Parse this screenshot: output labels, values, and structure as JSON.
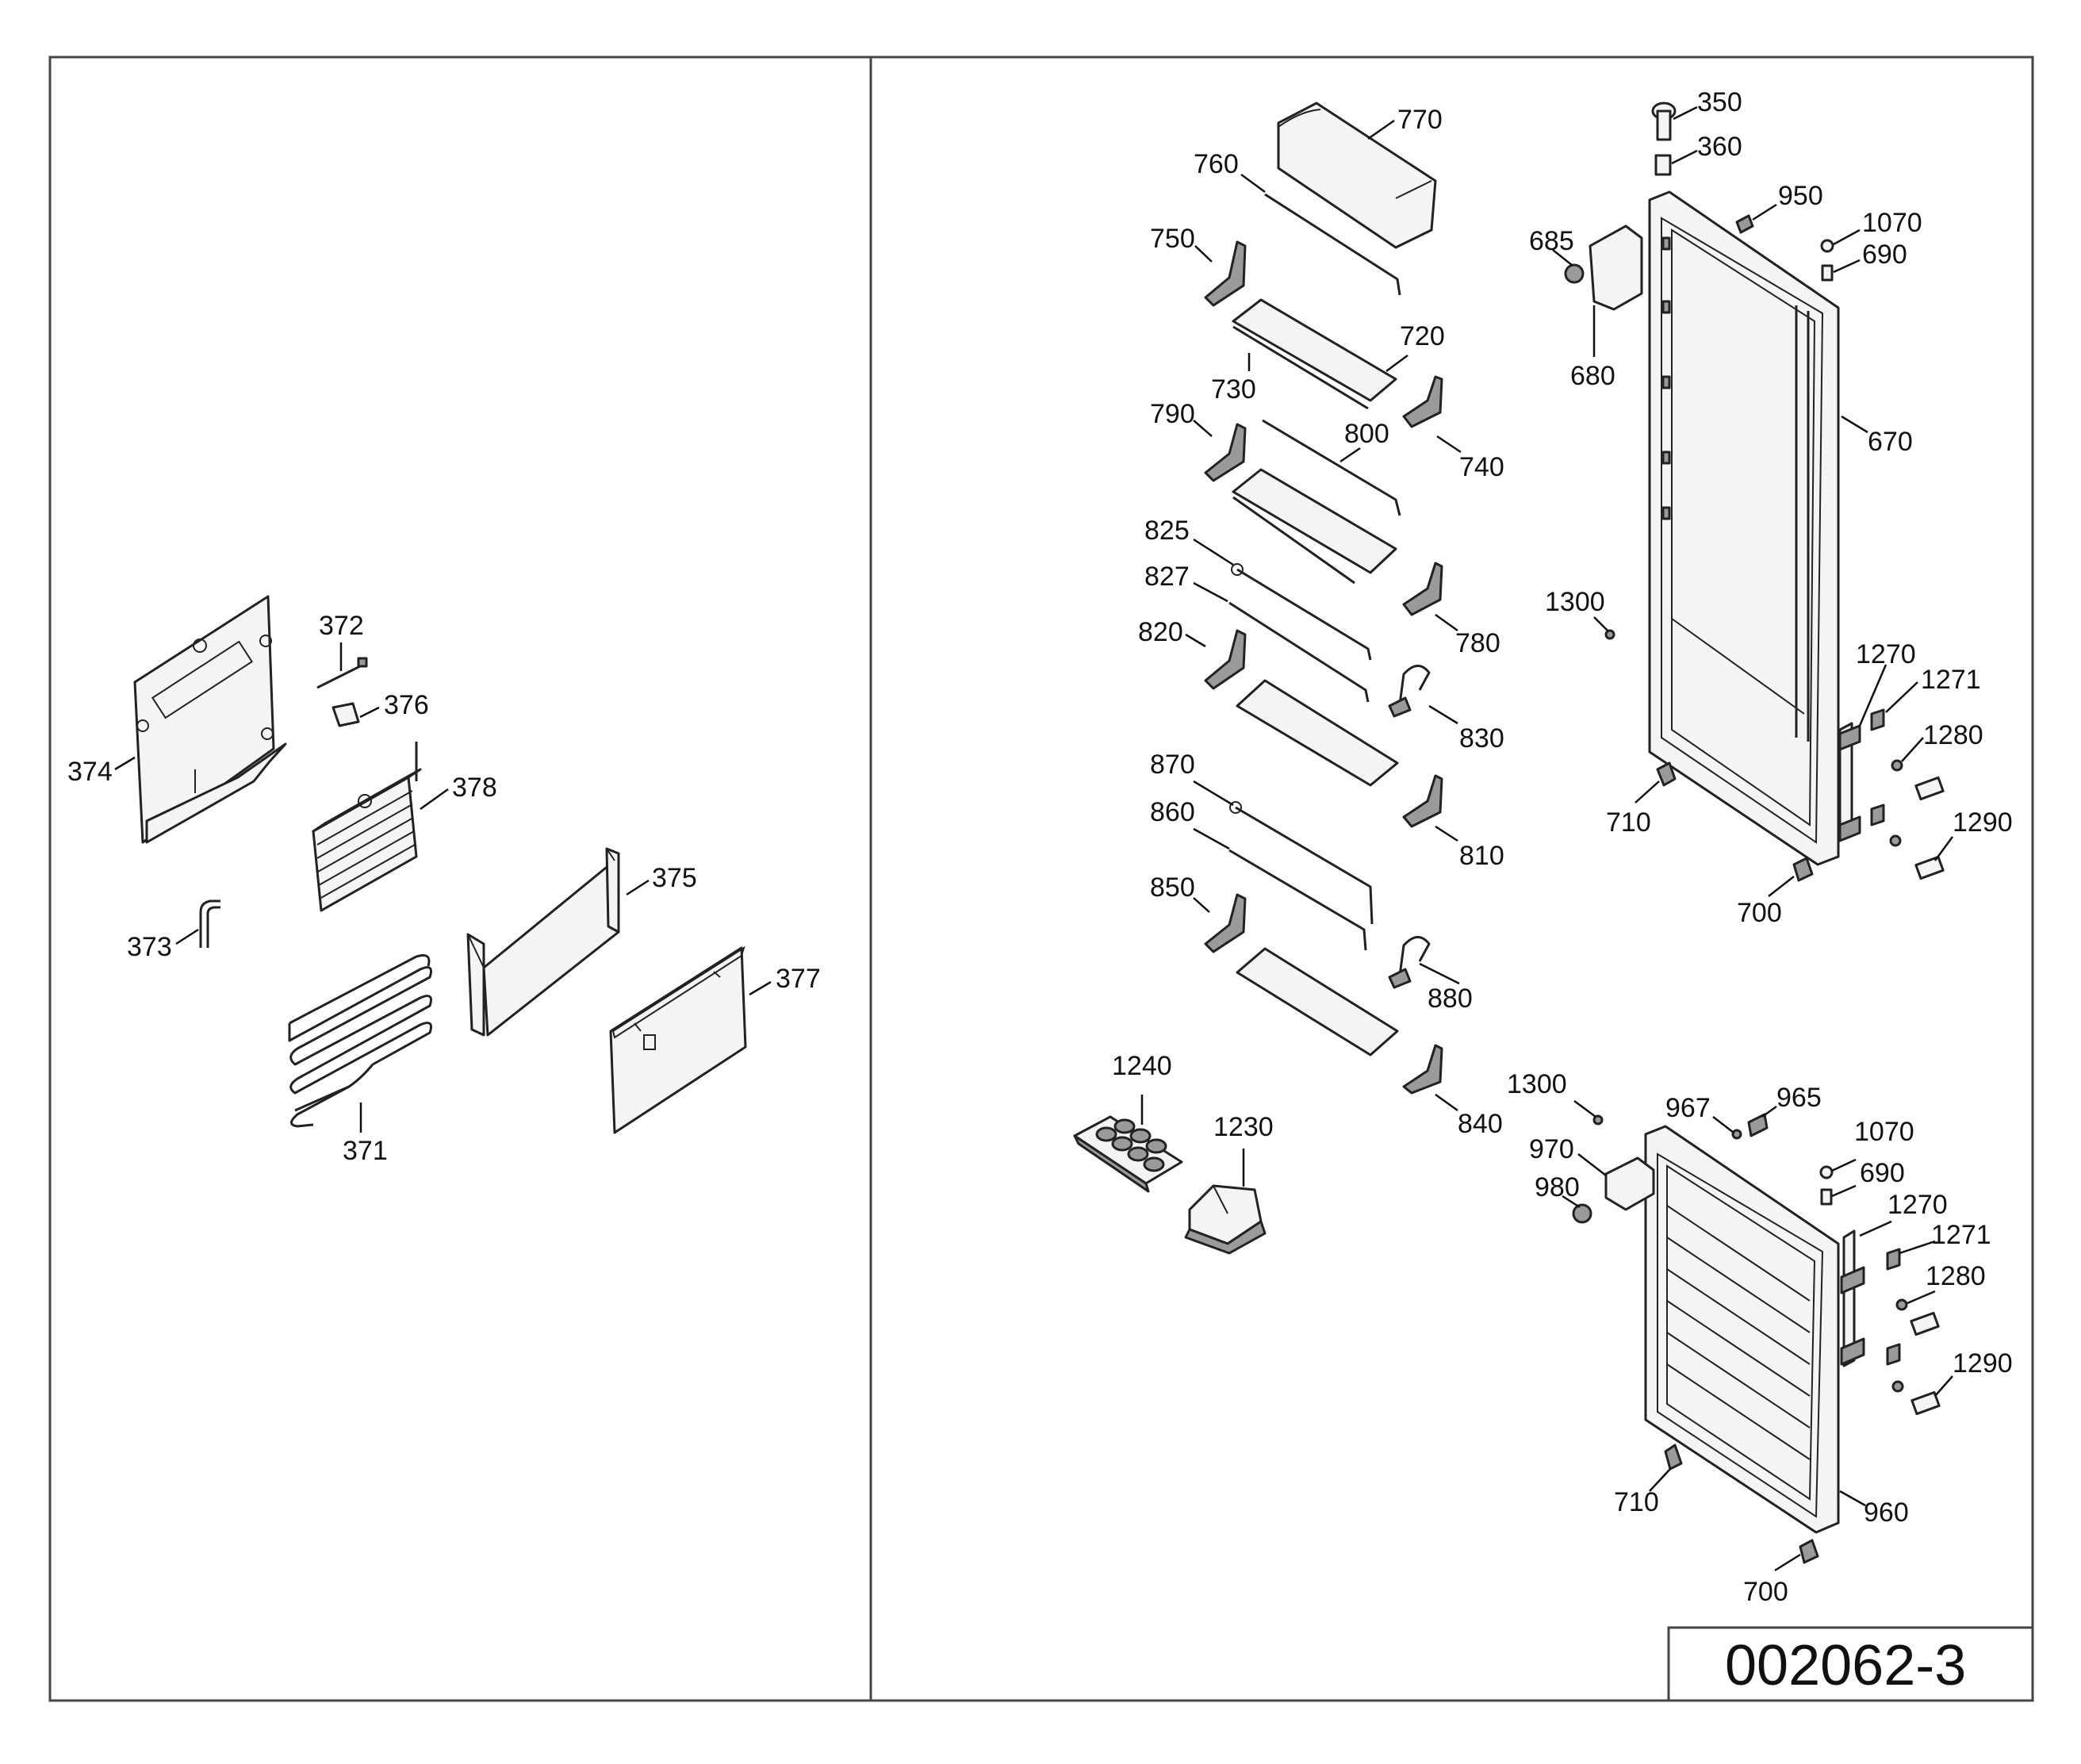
{
  "drawing_code": "002062-3",
  "callouts": {
    "p371": "371",
    "p372": "372",
    "p373": "373",
    "p374": "374",
    "p375": "375",
    "p376": "376",
    "p377": "377",
    "p378": "378",
    "p350": "350",
    "p360": "360",
    "p670": "670",
    "p680": "680",
    "p685": "685",
    "p690a": "690",
    "p690b": "690",
    "p700a": "700",
    "p700b": "700",
    "p710a": "710",
    "p710b": "710",
    "p720": "720",
    "p730": "730",
    "p740": "740",
    "p750": "750",
    "p760": "760",
    "p770": "770",
    "p780": "780",
    "p790": "790",
    "p800": "800",
    "p810": "810",
    "p820": "820",
    "p825": "825",
    "p827": "827",
    "p830": "830",
    "p840": "840",
    "p850": "850",
    "p860": "860",
    "p870": "870",
    "p880": "880",
    "p950": "950",
    "p960": "960",
    "p965": "965",
    "p967": "967",
    "p970": "970",
    "p980": "980",
    "p1070a": "1070",
    "p1070b": "1070",
    "p1230": "1230",
    "p1240": "1240",
    "p1270a": "1270",
    "p1270b": "1270",
    "p1271a": "1271",
    "p1271b": "1271",
    "p1280a": "1280",
    "p1280b": "1280",
    "p1290a": "1290",
    "p1290b": "1290",
    "p1300a": "1300",
    "p1300b": "1300"
  }
}
